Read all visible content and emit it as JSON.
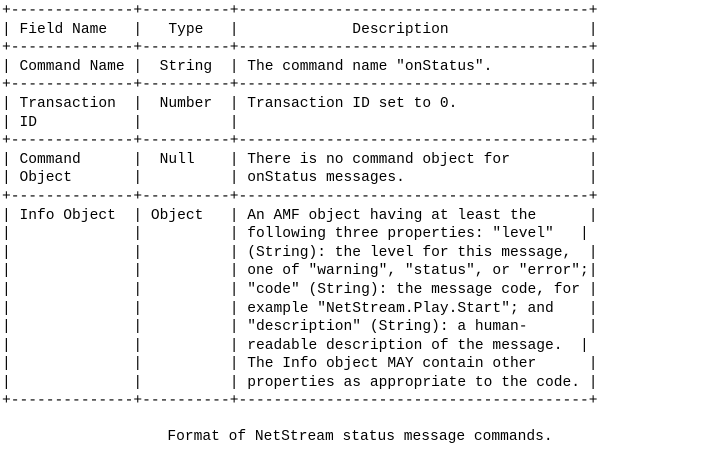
{
  "table": {
    "lines": [
      "+--------------+----------+----------------------------------------+",
      "| Field Name   |   Type   |             Description                |",
      "+--------------+----------+----------------------------------------+",
      "| Command Name |  String  | The command name \"onStatus\".           |",
      "+--------------+----------+----------------------------------------+",
      "| Transaction  |  Number  | Transaction ID set to 0.               |",
      "| ID           |          |                                        |",
      "+--------------+----------+----------------------------------------+",
      "| Command      |  Null    | There is no command object for         |",
      "| Object       |          | onStatus messages.                     |",
      "+--------------+----------+----------------------------------------+",
      "| Info Object  | Object   | An AMF object having at least the      |",
      "|              |          | following three properties: \"level\"   |",
      "|              |          | (String): the level for this message,  |",
      "|              |          | one of \"warning\", \"status\", or \"error\";|",
      "|              |          | \"code\" (String): the message code, for |",
      "|              |          | example \"NetStream.Play.Start\"; and    |",
      "|              |          | \"description\" (String): a human-       |",
      "|              |          | readable description of the message.  |",
      "|              |          | The Info object MAY contain other      |",
      "|              |          | properties as appropriate to the code. |",
      "+--------------+----------+----------------------------------------+"
    ]
  },
  "caption": "Format of NetStream status message commands."
}
